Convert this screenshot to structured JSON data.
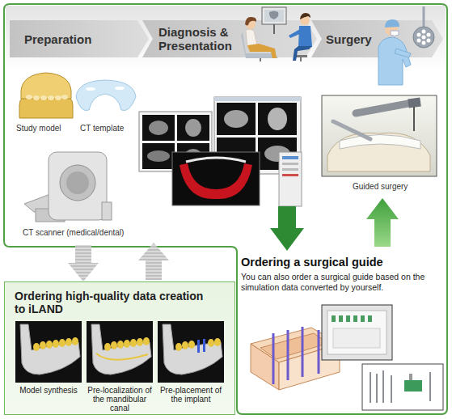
{
  "diagram": {
    "nodes": [
      {
        "text": [
          "Preparation"
        ]
      },
      {
        "text": [
          "Diagnosis & Presentation"
        ]
      },
      {
        "text": [
          "Surgery"
        ]
      },
      {
        "text": [
          "Ordering high-quality data creation to iLAND"
        ]
      },
      {
        "text": [
          "Model synthesis"
        ],
        "in": 3
      },
      {
        "text": [
          "Pre-localization of the mandibular canal"
        ],
        "in": 3
      },
      {
        "text": [
          "Pre-placement of the implant"
        ],
        "in": 3
      },
      {
        "text": [
          "Ordering a surgical guide",
          "You can also order a surgical guide based on the simulation data converted by yourself."
        ]
      }
    ],
    "edges": [
      {
        "from": 0,
        "to": 3,
        "arrow": "to"
      },
      {
        "from": 3,
        "to": 1,
        "arrow": "to"
      },
      {
        "from": 1,
        "to": 7,
        "arrow": "to"
      },
      {
        "from": 7,
        "to": 2,
        "arrow": "to"
      }
    ],
    "labels": [
      "Study model",
      "CT template",
      "CT scanner (medical/dental)",
      "Guided surgery"
    ]
  }
}
